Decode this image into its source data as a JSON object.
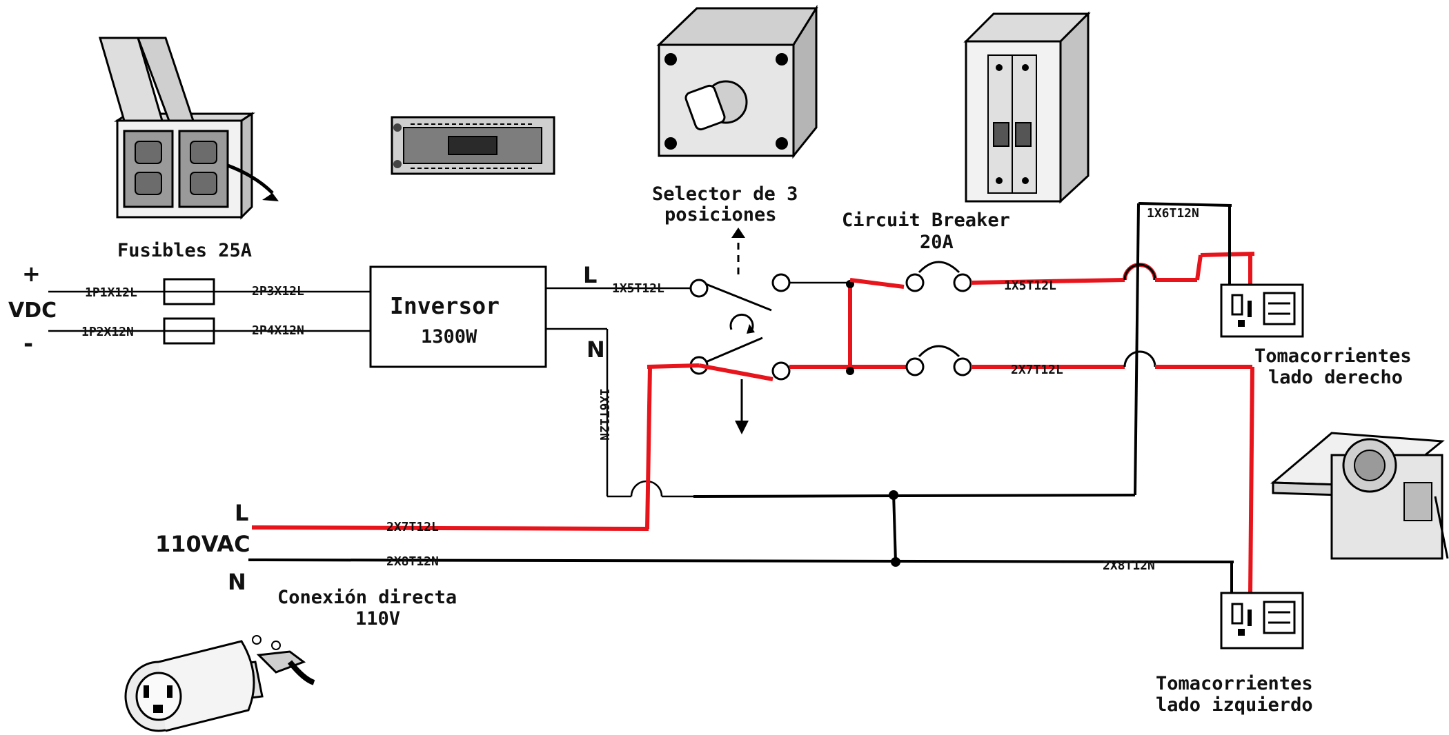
{
  "colors": {
    "line_wire": "#e8141c",
    "neutral_wire": "#000000"
  },
  "devices": {
    "fuses": "Fusibles 25A",
    "selector_l1": "Selector de 3",
    "selector_l2": "posiciones",
    "breaker_l1": "Circuit Breaker",
    "breaker_l2": "20A",
    "inverter_l1": "Inversor",
    "inverter_l2": "1300W",
    "outlet_right_l1": "Tomacorrientes",
    "outlet_right_l2": "lado derecho",
    "outlet_left_l1": "Tomacorrientes",
    "outlet_left_l2": "lado izquierdo",
    "direct_l1": "Conexión directa",
    "direct_l2": "110V"
  },
  "terminals": {
    "plus": "+",
    "vdc": "VDC",
    "minus": "-",
    "inv_L": "L",
    "inv_N": "N",
    "ac_L": "L",
    "ac_voltage": "110VAC",
    "ac_N": "N"
  },
  "wires": {
    "w1": "1P1X12L",
    "w2": "1P2X12N",
    "w3": "2P3X12L",
    "w4": "2P4X12N",
    "w5": "1X5T12L",
    "w6": "1X6T12N",
    "w7": "1X6T12N",
    "w8": "1X5T12L",
    "w9": "2X7T12L",
    "w10": "2X7T12L",
    "w11": "2X8T12N",
    "w12": "2X8T12N"
  }
}
